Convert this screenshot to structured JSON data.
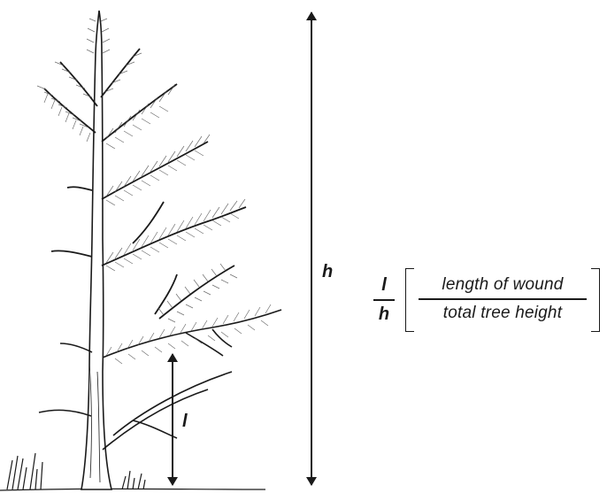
{
  "labels": {
    "tree_height_symbol": "h",
    "wound_length_symbol": "l"
  },
  "formula": {
    "numerator_symbol": "l",
    "denominator_symbol": "h",
    "numerator_text": "length of wound",
    "denominator_text": "total tree height"
  },
  "colors": {
    "ink": "#1a1a1a",
    "needle": "#555555",
    "background": "#ffffff"
  }
}
